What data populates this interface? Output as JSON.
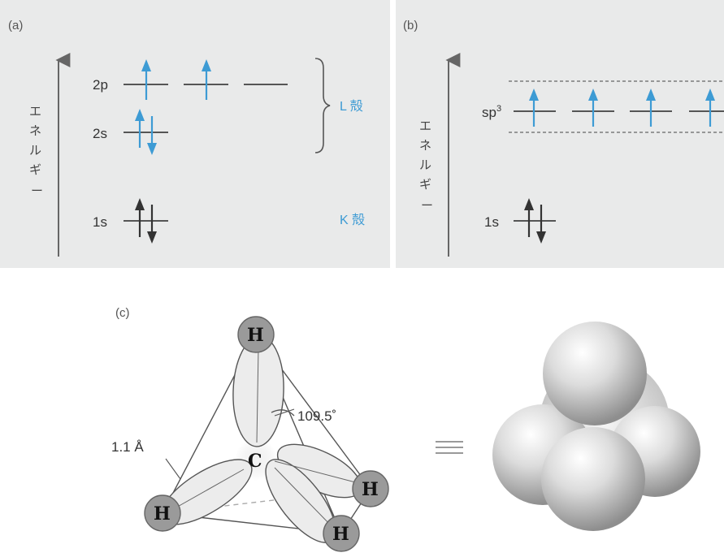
{
  "panel_a": {
    "tag": "(a)",
    "axis_label": [
      "エ",
      "ネ",
      "ル",
      "ギ",
      "ー"
    ],
    "level_2p": "2p",
    "level_2s": "2s",
    "level_1s": "1s",
    "shell_L": "L 殻",
    "shell_K": "K 殻"
  },
  "panel_b": {
    "tag": "(b)",
    "axis_label": [
      "エ",
      "ネ",
      "ル",
      "ギ",
      "ー"
    ],
    "level_sp3": "sp",
    "level_sp3_sup": "3",
    "level_1s": "1s"
  },
  "panel_c": {
    "tag": "(c)",
    "angle": "109.5˚",
    "bond_length": "1.1 Å",
    "center_atom": "C",
    "h_top": "H",
    "h_left": "H",
    "h_right": "H",
    "h_front": "H",
    "equiv": "≡"
  },
  "colors": {
    "panel_bg": "#e9eaea",
    "electron_blue": "#3d9bd4",
    "electron_black": "#333333",
    "hydrogen_fill": "#9a9a9a",
    "lobe_fill": "#ececec"
  }
}
